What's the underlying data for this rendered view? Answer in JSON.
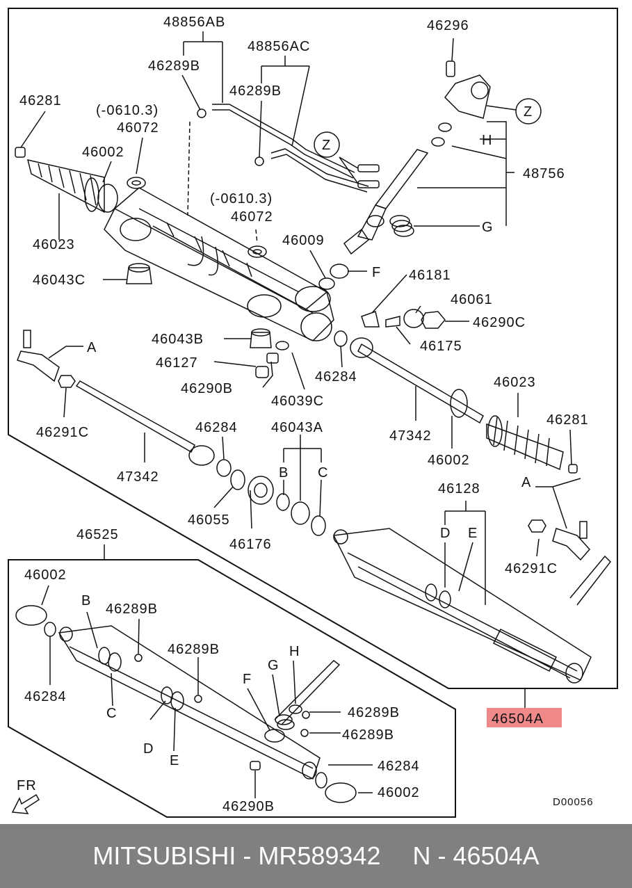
{
  "labels": {
    "l48856AB": "48856AB",
    "l48856AC": "48856AC",
    "l46296": "46296",
    "l46289B_a": "46289B",
    "l46289B_b": "46289B",
    "l46281_a": "46281",
    "l0610_a": "(-0610.3)",
    "l46072_a": "46072",
    "lZ_a": "Z",
    "lZ_b": "Z",
    "lH_a": "H",
    "l48756": "48756",
    "l46002_a": "46002",
    "l0610_b": "(-0610.3)",
    "l46072_b": "46072",
    "lG_a": "G",
    "l46023_a": "46023",
    "l46009": "46009",
    "lF_a": "F",
    "l46043C": "46043C",
    "l46181": "46181",
    "l46061": "46061",
    "l46290C": "46290C",
    "l46175": "46175",
    "l46043B": "46043B",
    "lA_a": "A",
    "l46127": "46127",
    "l46284_a": "46284",
    "l46290B_a": "46290B",
    "l46039C": "46039C",
    "l46023_b": "46023",
    "l46291C_a": "46291C",
    "l46284_b": "46284",
    "l46043A": "46043A",
    "l46281_b": "46281",
    "l47342_a": "47342",
    "l47342_b": "47342",
    "l46002_b": "46002",
    "lB_a": "B",
    "lC_a": "C",
    "lA_b": "A",
    "l46055": "46055",
    "l46176": "46176",
    "l46128": "46128",
    "l46525": "46525",
    "lD_a": "D",
    "lE_a": "E",
    "l46291C_b": "46291C",
    "l46002_c": "46002",
    "lB_b": "B",
    "l46289B_c": "46289B",
    "l46289B_d": "46289B",
    "lH_b": "H",
    "lG_b": "G",
    "l46284_c": "46284",
    "lC_b": "C",
    "lF_b": "F",
    "l46289B_e": "46289B",
    "l46289B_f": "46289B",
    "lD_b": "D",
    "lE_b": "E",
    "l46284_d": "46284",
    "l46002_d": "46002",
    "l46290B_b": "46290B",
    "l46504A": "46504A",
    "lFR": "FR",
    "lCode": "D00056"
  },
  "footer": {
    "brand": "MITSUBISHI - MR589342",
    "part": "N - 46504A"
  },
  "colors": {
    "highlight": "#f08a8a",
    "footer_bg": "#808080"
  }
}
